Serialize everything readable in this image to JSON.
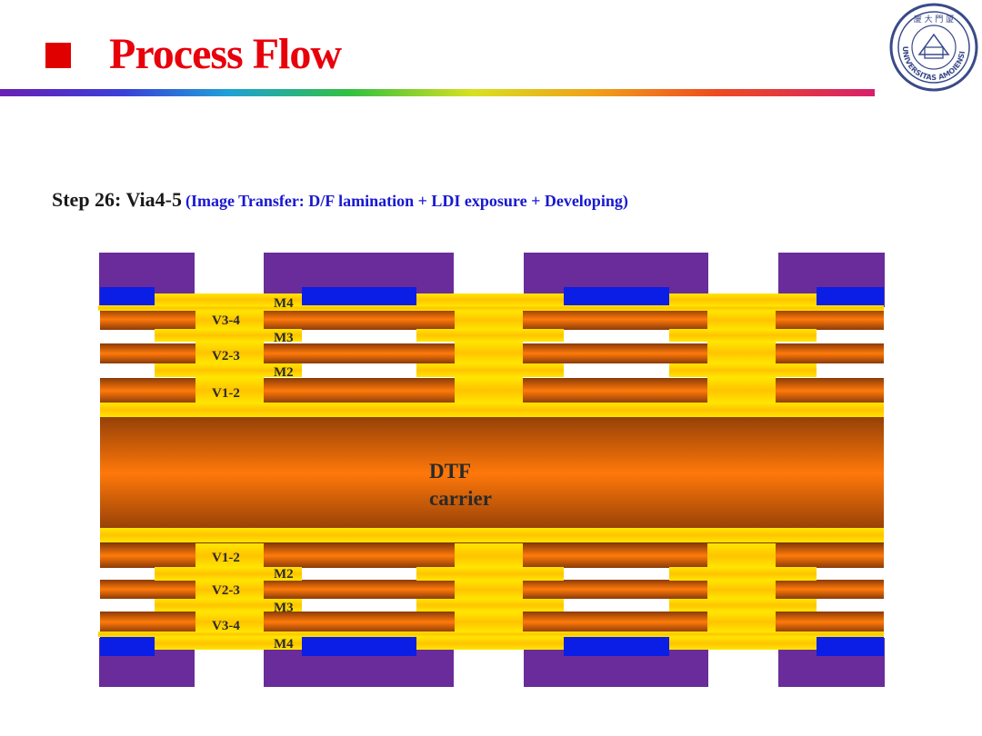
{
  "header": {
    "title": "Process Flow",
    "seal_text": "UNIVERSITAS AMOIENSIS",
    "seal_cjk": "廈 大 門 厦"
  },
  "step": {
    "main": "Step 26: Via4-5",
    "detail": "(Image Transfer: D/F lamination + LDI exposure + Developing)"
  },
  "diagram": {
    "core": {
      "line1": "DTF",
      "line2": "carrier"
    },
    "top_labels": {
      "m4": "M4",
      "v34": "V3-4",
      "m3": "M3",
      "v23": "V2-3",
      "m2": "M2",
      "v12": "V1-2"
    },
    "bottom_labels": {
      "v12": "V1-2",
      "m2": "M2",
      "v23": "V2-3",
      "m3": "M3",
      "v34": "V3-4",
      "m4": "M4"
    }
  },
  "colors": {
    "title_red": "#e8000a",
    "dry_film": "#6a2c9a",
    "pad_blue": "#0a1ee6",
    "copper_yellow": "#ffd400",
    "dielectric_orange": "#e8680a"
  }
}
